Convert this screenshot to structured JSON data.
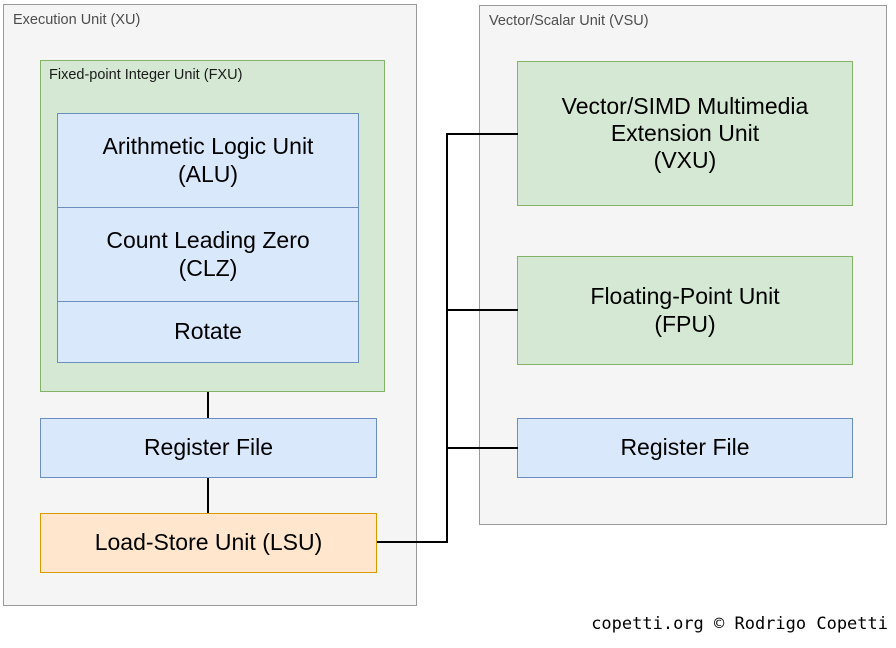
{
  "diagram": {
    "type": "block-diagram",
    "title": "Execution Unit / Vector-Scalar Unit block diagram",
    "panels": [
      {
        "id": "xu",
        "label": "Execution Unit (XU)",
        "fill": "#f5f5f5",
        "stroke": "#999999"
      },
      {
        "id": "vsu",
        "label": "Vector/Scalar Unit (VSU)",
        "fill": "#f5f5f5",
        "stroke": "#999999"
      }
    ],
    "groups": [
      {
        "id": "fxu",
        "label": "Fixed-point Integer Unit (FXU)",
        "fill": "#d5e8d4",
        "stroke": "#82b366"
      }
    ],
    "nodes": [
      {
        "id": "alu",
        "label": "Arithmetic Logic Unit\n(ALU)",
        "line1": "Arithmetic Logic Unit",
        "line2": "(ALU)",
        "fill": "#dae8fc",
        "stroke": "#6c8ebf"
      },
      {
        "id": "clz",
        "label": "Count Leading Zero\n(CLZ)",
        "line1": "Count Leading Zero",
        "line2": "(CLZ)",
        "fill": "#dae8fc",
        "stroke": "#6c8ebf"
      },
      {
        "id": "rotate",
        "label": "Rotate",
        "line1": "Rotate",
        "line2": "",
        "fill": "#dae8fc",
        "stroke": "#6c8ebf"
      },
      {
        "id": "xu_register_file",
        "label": "Register File",
        "line1": "Register File",
        "line2": "",
        "fill": "#dae8fc",
        "stroke": "#6c8ebf"
      },
      {
        "id": "lsu",
        "label": "Load-Store Unit (LSU)",
        "line1": "Load-Store Unit (LSU)",
        "line2": "",
        "fill": "#ffe6cc",
        "stroke": "#d79b00"
      },
      {
        "id": "vxu",
        "label": "Vector/SIMD Multimedia Extension Unit (VXU)",
        "line1": "Vector/SIMD Multimedia",
        "line2": "Extension Unit",
        "line3": "(VXU)",
        "fill": "#d5e8d4",
        "stroke": "#82b366"
      },
      {
        "id": "fpu",
        "label": "Floating-Point Unit\n(FPU)",
        "line1": "Floating-Point Unit",
        "line2": "(FPU)",
        "fill": "#d5e8d4",
        "stroke": "#82b366"
      },
      {
        "id": "vsu_register_file",
        "label": "Register File",
        "line1": "Register File",
        "line2": "",
        "fill": "#dae8fc",
        "stroke": "#6c8ebf"
      }
    ],
    "edges": [
      {
        "from": "fxu",
        "to": "xu_register_file",
        "style": "orthogonal",
        "color": "#000000"
      },
      {
        "from": "xu_register_file",
        "to": "lsu",
        "style": "orthogonal",
        "color": "#000000"
      },
      {
        "from": "lsu",
        "to": "vxu",
        "style": "orthogonal",
        "color": "#000000"
      },
      {
        "from": "lsu",
        "to": "fpu",
        "style": "orthogonal",
        "color": "#000000"
      },
      {
        "from": "lsu",
        "to": "vsu_register_file",
        "style": "orthogonal",
        "color": "#000000"
      }
    ]
  },
  "attribution": {
    "text": "copetti.org © Rodrigo Copetti"
  }
}
